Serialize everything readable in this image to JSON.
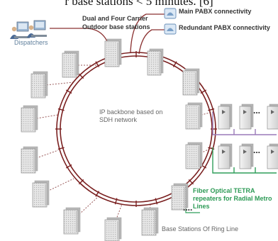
{
  "header_fragment": "r base stations < 5 minutes. [6]",
  "dispatchers_label": "Dispatchers",
  "outdoor_stations_label": "Dual and Four Carrier Outdoor base stations",
  "main_pabx_label": "Main PABX connectivity",
  "redundant_pabx_label": "Redundant PABX connectivity",
  "backbone_label": "IP backbone based on SDH network",
  "repeater_label": "Fiber Optical TETRA repeaters for Radial Metro Lines",
  "ring_stations_label": "Base Stations Of Ring Line",
  "continuation_marks": [
    "...",
    "...",
    "...."
  ],
  "colors": {
    "ring": "#7a2020",
    "link": "#8a3030",
    "purple_line": "#9a7ab8",
    "green_line": "#2f9e5a",
    "dispatcher_label": "#5f7f9c",
    "repeater_label": "#2c9a55"
  },
  "icons": [
    "dispatcher-workstation-icon",
    "pabx-phone-icon",
    "base-station-cabinet-icon",
    "repeater-unit-icon"
  ]
}
